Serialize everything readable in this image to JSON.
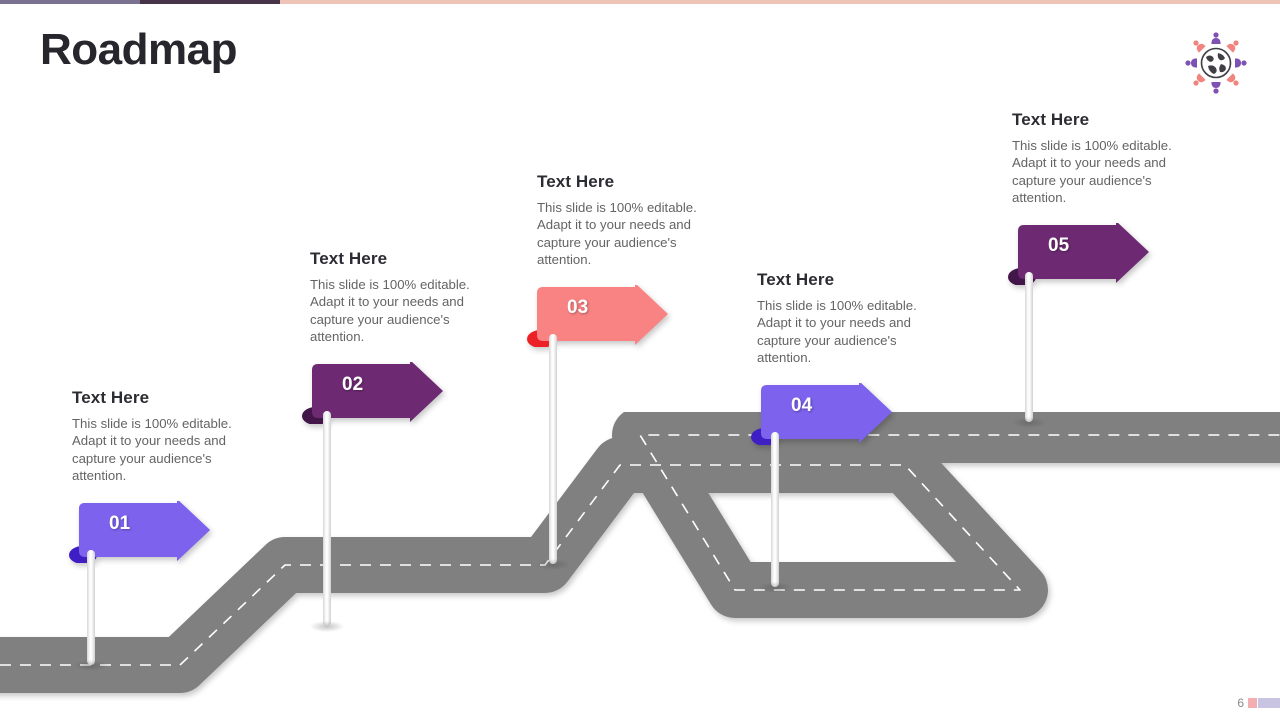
{
  "slide": {
    "title": "Roadmap",
    "page_number": "6",
    "background": "#ffffff"
  },
  "topbar": {
    "segments": [
      {
        "name": "muted-purple",
        "color": "#7b7191"
      },
      {
        "name": "dark-plum",
        "color": "#463449"
      },
      {
        "name": "light-salmon",
        "color": "#eec4b8"
      }
    ]
  },
  "logo": {
    "name": "globe-people-logo",
    "globe_color": "#3f3f46",
    "person_purple": "#7d52b3",
    "person_coral": "#f0857f"
  },
  "road": {
    "color": "#808080",
    "lane_dash_color": "#ffffff"
  },
  "milestones": [
    {
      "id": "01",
      "number": "01",
      "heading": "Text Here",
      "body": "This slide is 100% editable. Adapt it to your needs and capture your audience's attention.",
      "flag_color": "#7c62ec",
      "fold_color": "#3f1fc4"
    },
    {
      "id": "02",
      "number": "02",
      "heading": "Text Here",
      "body": "This slide is 100% editable. Adapt it to your needs and capture your audience's attention.",
      "flag_color": "#6d2a72",
      "fold_color": "#43164a"
    },
    {
      "id": "03",
      "number": "03",
      "heading": "Text Here",
      "body": "This slide is 100% editable. Adapt it to your needs and capture your audience's attention.",
      "flag_color": "#f98283",
      "fold_color": "#ec2027"
    },
    {
      "id": "04",
      "number": "04",
      "heading": "Text Here",
      "body": "This slide is 100% editable. Adapt it to your needs and capture your audience's attention.",
      "flag_color": "#7c62ec",
      "fold_color": "#3f1fc4"
    },
    {
      "id": "05",
      "number": "05",
      "heading": "Text Here",
      "body": "This slide is 100% editable. Adapt it to your needs and capture your audience's attention.",
      "flag_color": "#6d2a72",
      "fold_color": "#43164a"
    }
  ],
  "footer": {
    "swatch_pink": "#f2aeb0",
    "swatch_purple": "#c8c4e2"
  }
}
